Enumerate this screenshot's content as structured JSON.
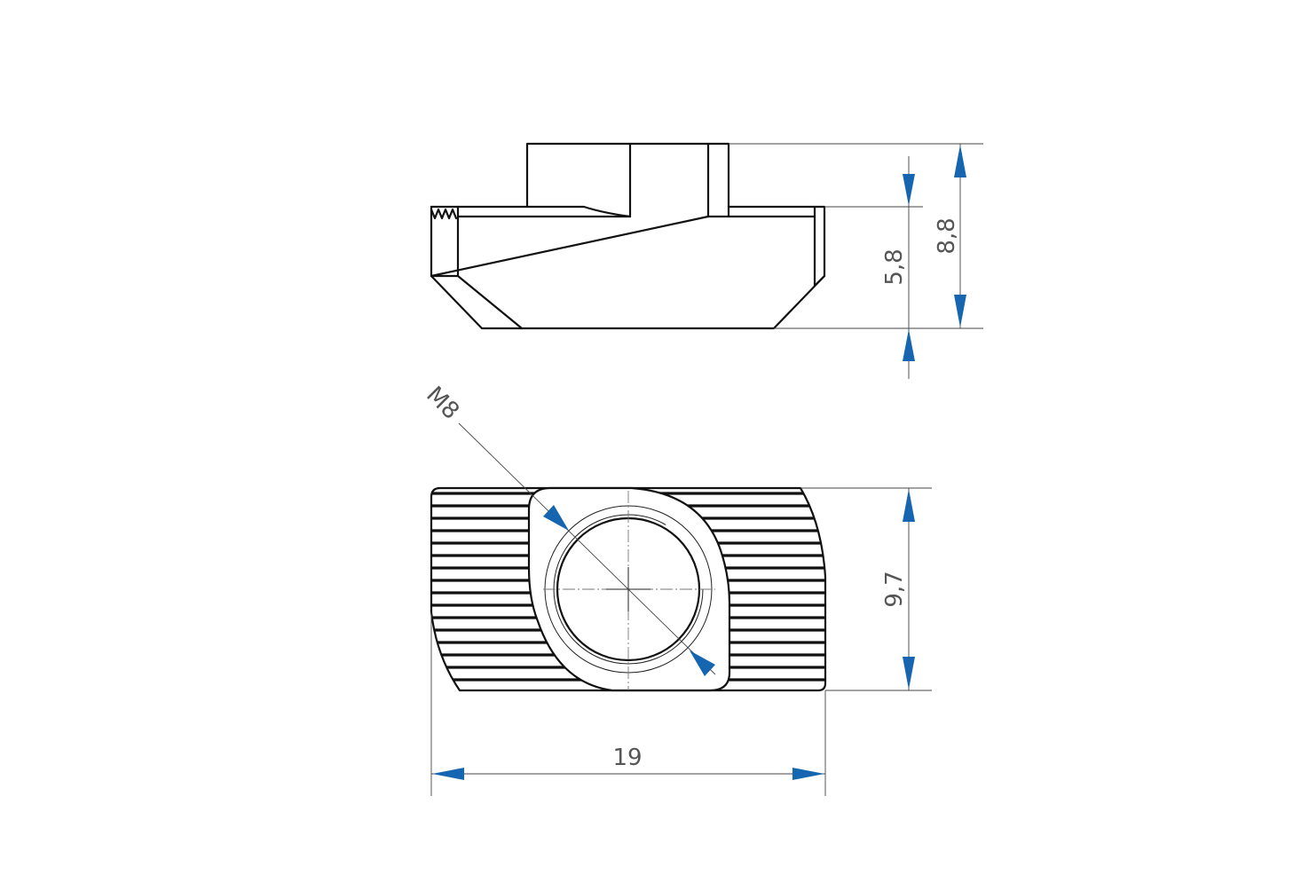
{
  "colors": {
    "arrow": "#1565b0",
    "outline": "#111111",
    "dimension_line": "#444444",
    "text": "#555555"
  },
  "dimensions": {
    "total_height": "8,8",
    "body_height": "5,8",
    "thread": "M8",
    "width": "9,7",
    "length": "19"
  }
}
